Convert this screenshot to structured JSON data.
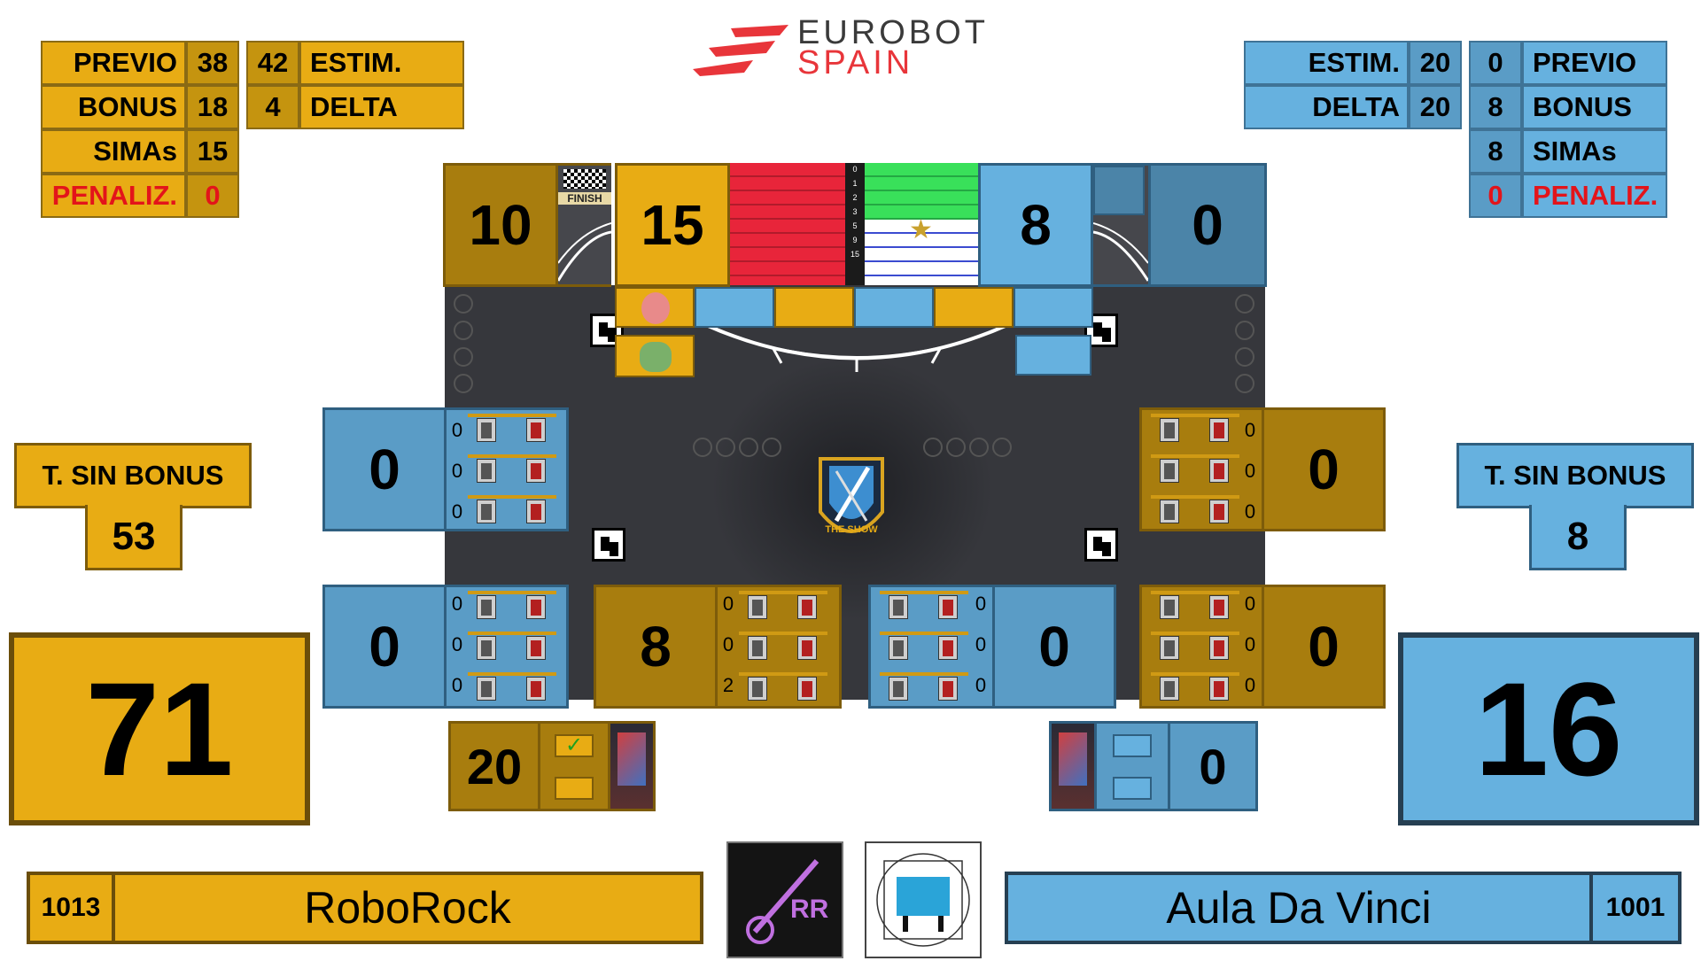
{
  "logo": {
    "line1": "EUROBOT",
    "line2": "SPAIN"
  },
  "yellow": {
    "stats": {
      "previo_label": "PREVIO",
      "previo": "38",
      "bonus_label": "BONUS",
      "bonus": "18",
      "simas_label": "SIMAs",
      "simas": "15",
      "penaliz_label": "PENALIZ.",
      "penaliz": "0",
      "estim_label": "ESTIM.",
      "estim": "42",
      "delta_label": "DELTA",
      "delta": "4"
    },
    "t_sin_bonus_label": "T. SIN BONUS",
    "t_sin_bonus": "53",
    "total": "71",
    "team_number": "1013",
    "team_name": "RoboRock",
    "top_zone_score": "10",
    "top_center_score": "15",
    "end_zone_score": "20"
  },
  "blue": {
    "stats": {
      "estim_label": "ESTIM.",
      "estim": "20",
      "delta_label": "DELTA",
      "delta": "20",
      "previo_label": "PREVIO",
      "previo": "0",
      "bonus_label": "BONUS",
      "bonus": "8",
      "simas_label": "SIMAs",
      "simas": "8",
      "penaliz_label": "PENALIZ.",
      "penaliz": "0"
    },
    "t_sin_bonus_label": "T. SIN BONUS",
    "t_sin_bonus": "8",
    "total": "16",
    "team_number": "1001",
    "team_name": "Aula Da Vinci",
    "top_zone_score": "0",
    "top_center_score": "8",
    "end_zone_score": "0"
  },
  "finish_label": "FINISH",
  "scale_labels": [
    "0",
    "1",
    "2",
    "3",
    "5",
    "9",
    "15"
  ],
  "center_logo_text": "THE SHOW",
  "zones": {
    "left_upper": {
      "score": "0",
      "counts": [
        "0",
        "0",
        "0"
      ]
    },
    "left_lower": {
      "score": "0",
      "counts": [
        "0",
        "0",
        "0"
      ]
    },
    "mid_left": {
      "score": "8",
      "counts": [
        "0",
        "0",
        "2"
      ]
    },
    "mid_right": {
      "score": "0",
      "counts": [
        "0",
        "0",
        "0"
      ]
    },
    "right_upper": {
      "score": "0",
      "counts": [
        "0",
        "0",
        "0"
      ]
    },
    "right_lower": {
      "score": "0",
      "counts": [
        "0",
        "0",
        "0"
      ]
    }
  },
  "colors": {
    "yellow": "#e8ac14",
    "yellow_dark": "#a87d0e",
    "blue": "#66b1df",
    "blue_dark": "#4b84a8",
    "penalty_red": "#e3141a",
    "logo_red": "#e8353a"
  }
}
